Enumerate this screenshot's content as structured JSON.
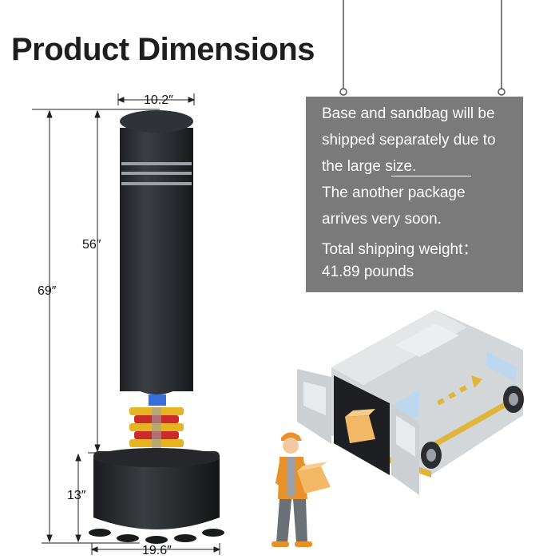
{
  "title": "Product Dimensions",
  "dimensions": {
    "width_top": "10.2″",
    "height_bag": "56″",
    "height_total": "69″",
    "height_base": "13″",
    "width_base": "19.6″"
  },
  "notice": {
    "lines": [
      "Base and sandbag will be",
      "shipped separately due to",
      "the large size.",
      "The another package",
      "arrives very soon.",
      "Total shipping weight：",
      "41.89 pounds"
    ]
  },
  "colors": {
    "sign_bg": "#7a7a7a",
    "bag": "#2a2d31",
    "van": "#c9cccf",
    "van_stripe": "#e0b53a",
    "worker_vest": "#e8902a",
    "box": "#f2b866"
  }
}
